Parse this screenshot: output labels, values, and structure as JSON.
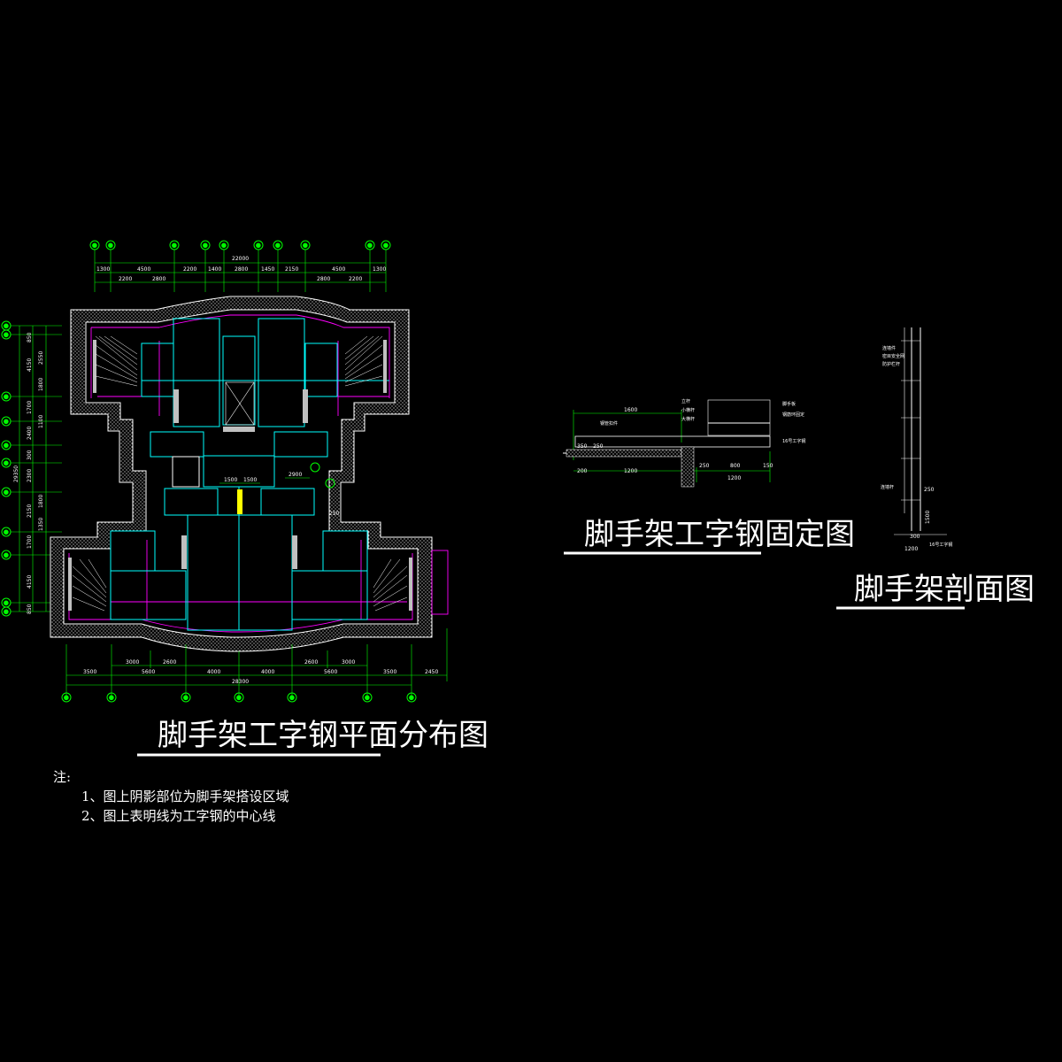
{
  "titles": {
    "plan": "脚手架工字钢平面分布图",
    "fix": "脚手架工字钢固定图",
    "section": "脚手架剖面图"
  },
  "notes": {
    "head": "注:",
    "line1": "1、图上阴影部位为脚手架搭设区域",
    "line2": "2、图上表明线为工字钢的中心线"
  },
  "plan": {
    "top_total": "22000",
    "top_dims": [
      "1300",
      "4500",
      "2200",
      "1400",
      "2800",
      "1450",
      "2150",
      "4500",
      "1300"
    ],
    "top_dims2": [
      "2200",
      "2800",
      "2800",
      "2200"
    ],
    "bottom_dims": [
      "3000",
      "2600",
      "2600",
      "3000"
    ],
    "bottom_dims2": [
      "3500",
      "5600",
      "4000",
      "4000",
      "5600",
      "3500",
      "2450"
    ],
    "bottom_total": "28300",
    "left_dims": [
      "850",
      "4150",
      "2550",
      "1800",
      "1700",
      "2400",
      "1100",
      "300",
      "2300",
      "2150",
      "1800",
      "1350",
      "1700",
      "4150",
      "850"
    ],
    "left_total": "29350",
    "inner_dims": [
      "1500",
      "1500",
      "2900",
      "250"
    ],
    "axis_symbol": "⊕"
  },
  "fix": {
    "dims_top": [
      "1600"
    ],
    "dims_bottom": [
      "350",
      "250",
      "200",
      "1200",
      "250",
      "800",
      "150",
      "1200"
    ],
    "labels": [
      "立杆",
      "小横杆",
      "大横杆",
      "钢管扣件",
      "脚手板",
      "钢筋环固定",
      "16号工字钢"
    ]
  },
  "section": {
    "labels": [
      "连墙件",
      "密目安全网",
      "防护栏杆",
      "连墙杆",
      "16号工字钢"
    ],
    "dims": [
      "250",
      "1500",
      "300",
      "1200"
    ]
  },
  "colors": {
    "wall": "#ffffff",
    "cyan": "#00ffff",
    "magenta": "#ff00ff",
    "green": "#00ff00",
    "yellow": "#ffff00"
  }
}
